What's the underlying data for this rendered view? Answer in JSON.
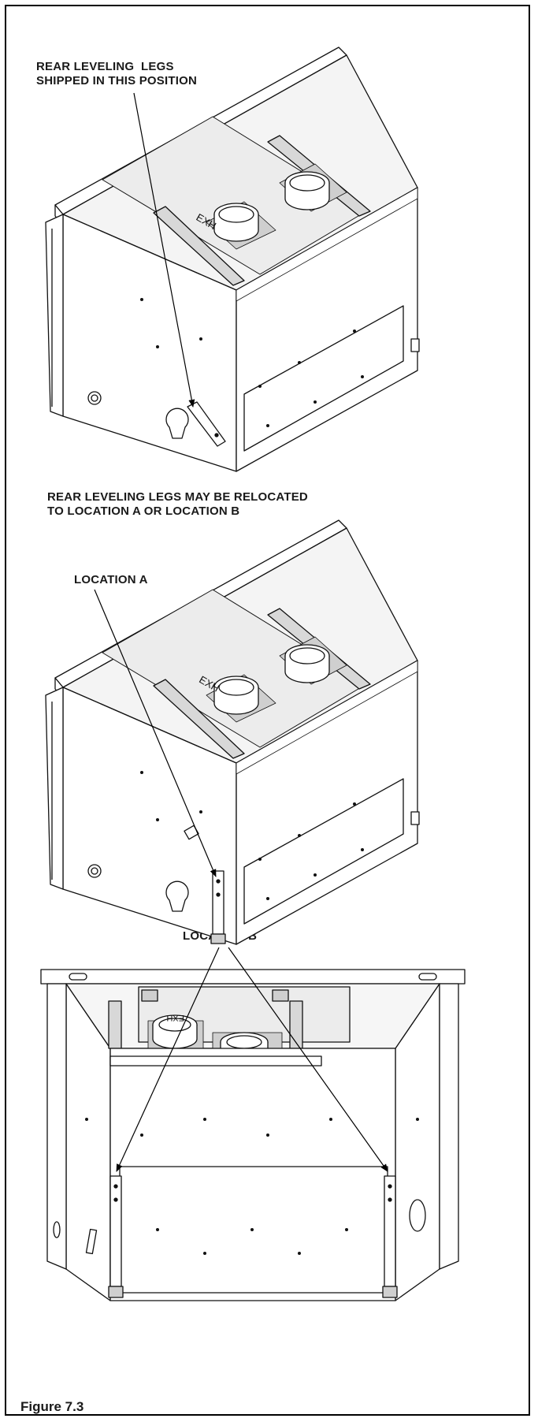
{
  "labels": {
    "rear_shipped": "REAR LEVELING  LEGS\nSHIPPED IN THIS POSITION",
    "relocate": "REAR LEVELING LEGS MAY BE RELOCATED\nTO LOCATION A OR LOCATION B",
    "location_a": "LOCATION A",
    "location_b": "LOCATION B",
    "figure": "Figure 7.3"
  },
  "duct_label": "EXH"
}
